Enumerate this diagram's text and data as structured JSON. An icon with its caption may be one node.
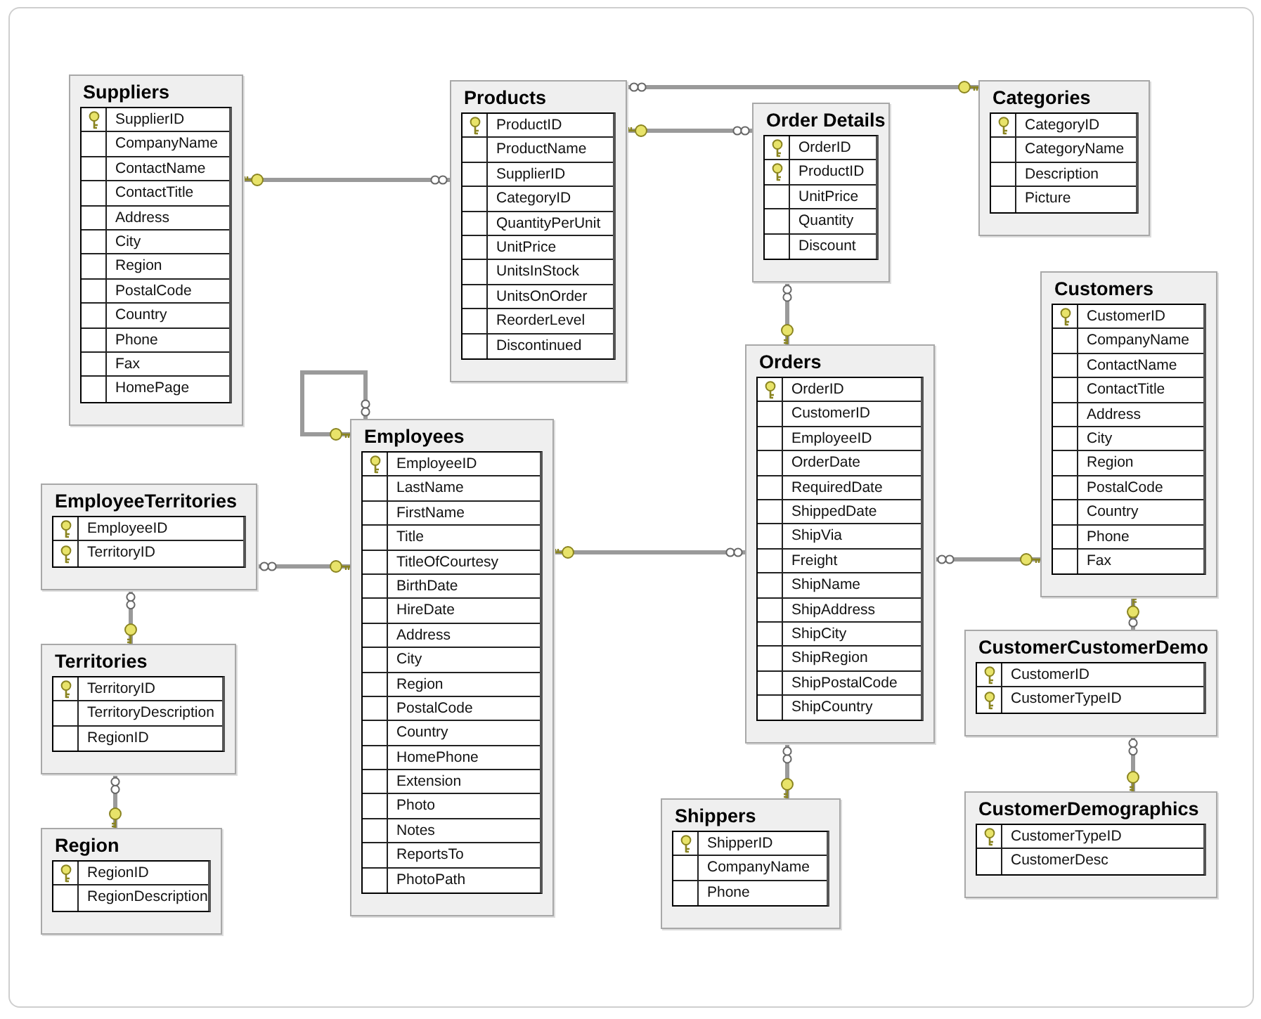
{
  "diagram": {
    "nodes": [
      {
        "text": [
          "Suppliers",
          "SupplierID",
          "CompanyName",
          "ContactName",
          "ContactTitle",
          "Address",
          "City",
          "Region",
          "PostalCode",
          "Country",
          "Phone",
          "Fax",
          "HomePage"
        ]
      },
      {
        "text": [
          "Products",
          "ProductID",
          "ProductName",
          "SupplierID",
          "CategoryID",
          "QuantityPerUnit",
          "UnitPrice",
          "UnitsInStock",
          "UnitsOnOrder",
          "ReorderLevel",
          "Discontinued"
        ]
      },
      {
        "text": [
          "Order Details",
          "OrderID",
          "ProductID",
          "UnitPrice",
          "Quantity",
          "Discount"
        ]
      },
      {
        "text": [
          "Categories",
          "CategoryID",
          "CategoryName",
          "Description",
          "Picture"
        ]
      },
      {
        "text": [
          "Customers",
          "CustomerID",
          "CompanyName",
          "ContactName",
          "ContactTitle",
          "Address",
          "City",
          "Region",
          "PostalCode",
          "Country",
          "Phone",
          "Fax"
        ]
      },
      {
        "text": [
          "Orders",
          "OrderID",
          "CustomerID",
          "EmployeeID",
          "OrderDate",
          "RequiredDate",
          "ShippedDate",
          "ShipVia",
          "Freight",
          "ShipName",
          "ShipAddress",
          "ShipCity",
          "ShipRegion",
          "ShipPostalCode",
          "ShipCountry"
        ]
      },
      {
        "text": [
          "Employees",
          "EmployeeID",
          "LastName",
          "FirstName",
          "Title",
          "TitleOfCourtesy",
          "BirthDate",
          "HireDate",
          "Address",
          "City",
          "Region",
          "PostalCode",
          "Country",
          "HomePhone",
          "Extension",
          "Photo",
          "Notes",
          "ReportsTo",
          "PhotoPath"
        ]
      },
      {
        "text": [
          "EmployeeTerritories",
          "EmployeeID",
          "TerritoryID"
        ]
      },
      {
        "text": [
          "Territories",
          "TerritoryID",
          "TerritoryDescription",
          "RegionID"
        ]
      },
      {
        "text": [
          "Region",
          "RegionID",
          "RegionDescription"
        ]
      },
      {
        "text": [
          "Shippers",
          "ShipperID",
          "CompanyName",
          "Phone"
        ]
      },
      {
        "text": [
          "CustomerCustomerDemo",
          "CustomerID",
          "CustomerTypeID"
        ]
      },
      {
        "text": [
          "CustomerDemographics",
          "CustomerTypeID",
          "CustomerDesc"
        ]
      }
    ],
    "edges": [
      {
        "from": 1,
        "to": 0,
        "arrow": "other"
      },
      {
        "from": 1,
        "to": 3,
        "arrow": "other"
      },
      {
        "from": 2,
        "to": 1,
        "arrow": "other"
      },
      {
        "from": 2,
        "to": 5,
        "arrow": "other"
      },
      {
        "from": 5,
        "to": 6,
        "arrow": "other"
      },
      {
        "from": 5,
        "to": 4,
        "arrow": "other"
      },
      {
        "from": 5,
        "to": 10,
        "arrow": "other"
      },
      {
        "from": 6,
        "to": 6,
        "arrow": "other"
      },
      {
        "from": 7,
        "to": 6,
        "arrow": "other"
      },
      {
        "from": 7,
        "to": 8,
        "arrow": "other"
      },
      {
        "from": 8,
        "to": 9,
        "arrow": "other"
      },
      {
        "from": 11,
        "to": 4,
        "arrow": "other"
      },
      {
        "from": 11,
        "to": 12,
        "arrow": "other"
      }
    ]
  }
}
